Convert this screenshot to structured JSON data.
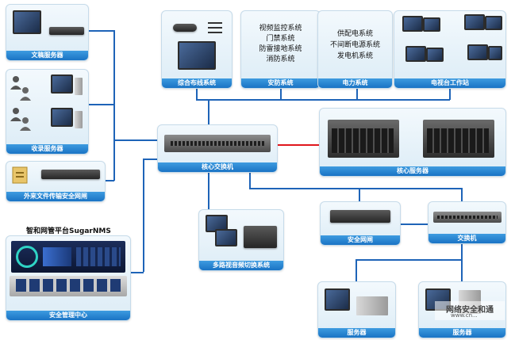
{
  "colors": {
    "line": "#1e64b8",
    "red_link": "#e0161c",
    "label_bg": "#1a73c4"
  },
  "panels": {
    "wengao": {
      "label": "文稿服务器"
    },
    "shouLu": {
      "label": "收录服务器"
    },
    "waiLai": {
      "label": "外来文件传输安全网闸"
    },
    "zongHe": {
      "label": "综合布线系统"
    },
    "anFang": {
      "label": "安防系统",
      "lines": [
        "视频监控系统",
        "门禁系统",
        "防雷接地系统",
        "消防系统"
      ]
    },
    "dianLi": {
      "label": "电力系统",
      "lines": [
        "供配电系统",
        "不间断电源系统",
        "发电机系统"
      ]
    },
    "dianShiTai": {
      "label": "电视台工作站"
    },
    "core": {
      "label": "核心交换机"
    },
    "coreServer": {
      "label": "核心服务器"
    },
    "multiVideo": {
      "label": "多路视音频切换系统"
    },
    "gateway": {
      "label": "安全网闸"
    },
    "switch": {
      "label": "交换机"
    },
    "server1": {
      "label": "服务器"
    },
    "server2": {
      "label": "服务器"
    },
    "mgmt": {
      "label": "安全管理中心",
      "title": "智和网管平台SugarNMS"
    }
  },
  "icons": [
    "user-icon",
    "user-icon",
    "user-icon",
    "document-icon"
  ],
  "watermark": {
    "text": "网络安全和通",
    "sub": "www.cn..."
  }
}
